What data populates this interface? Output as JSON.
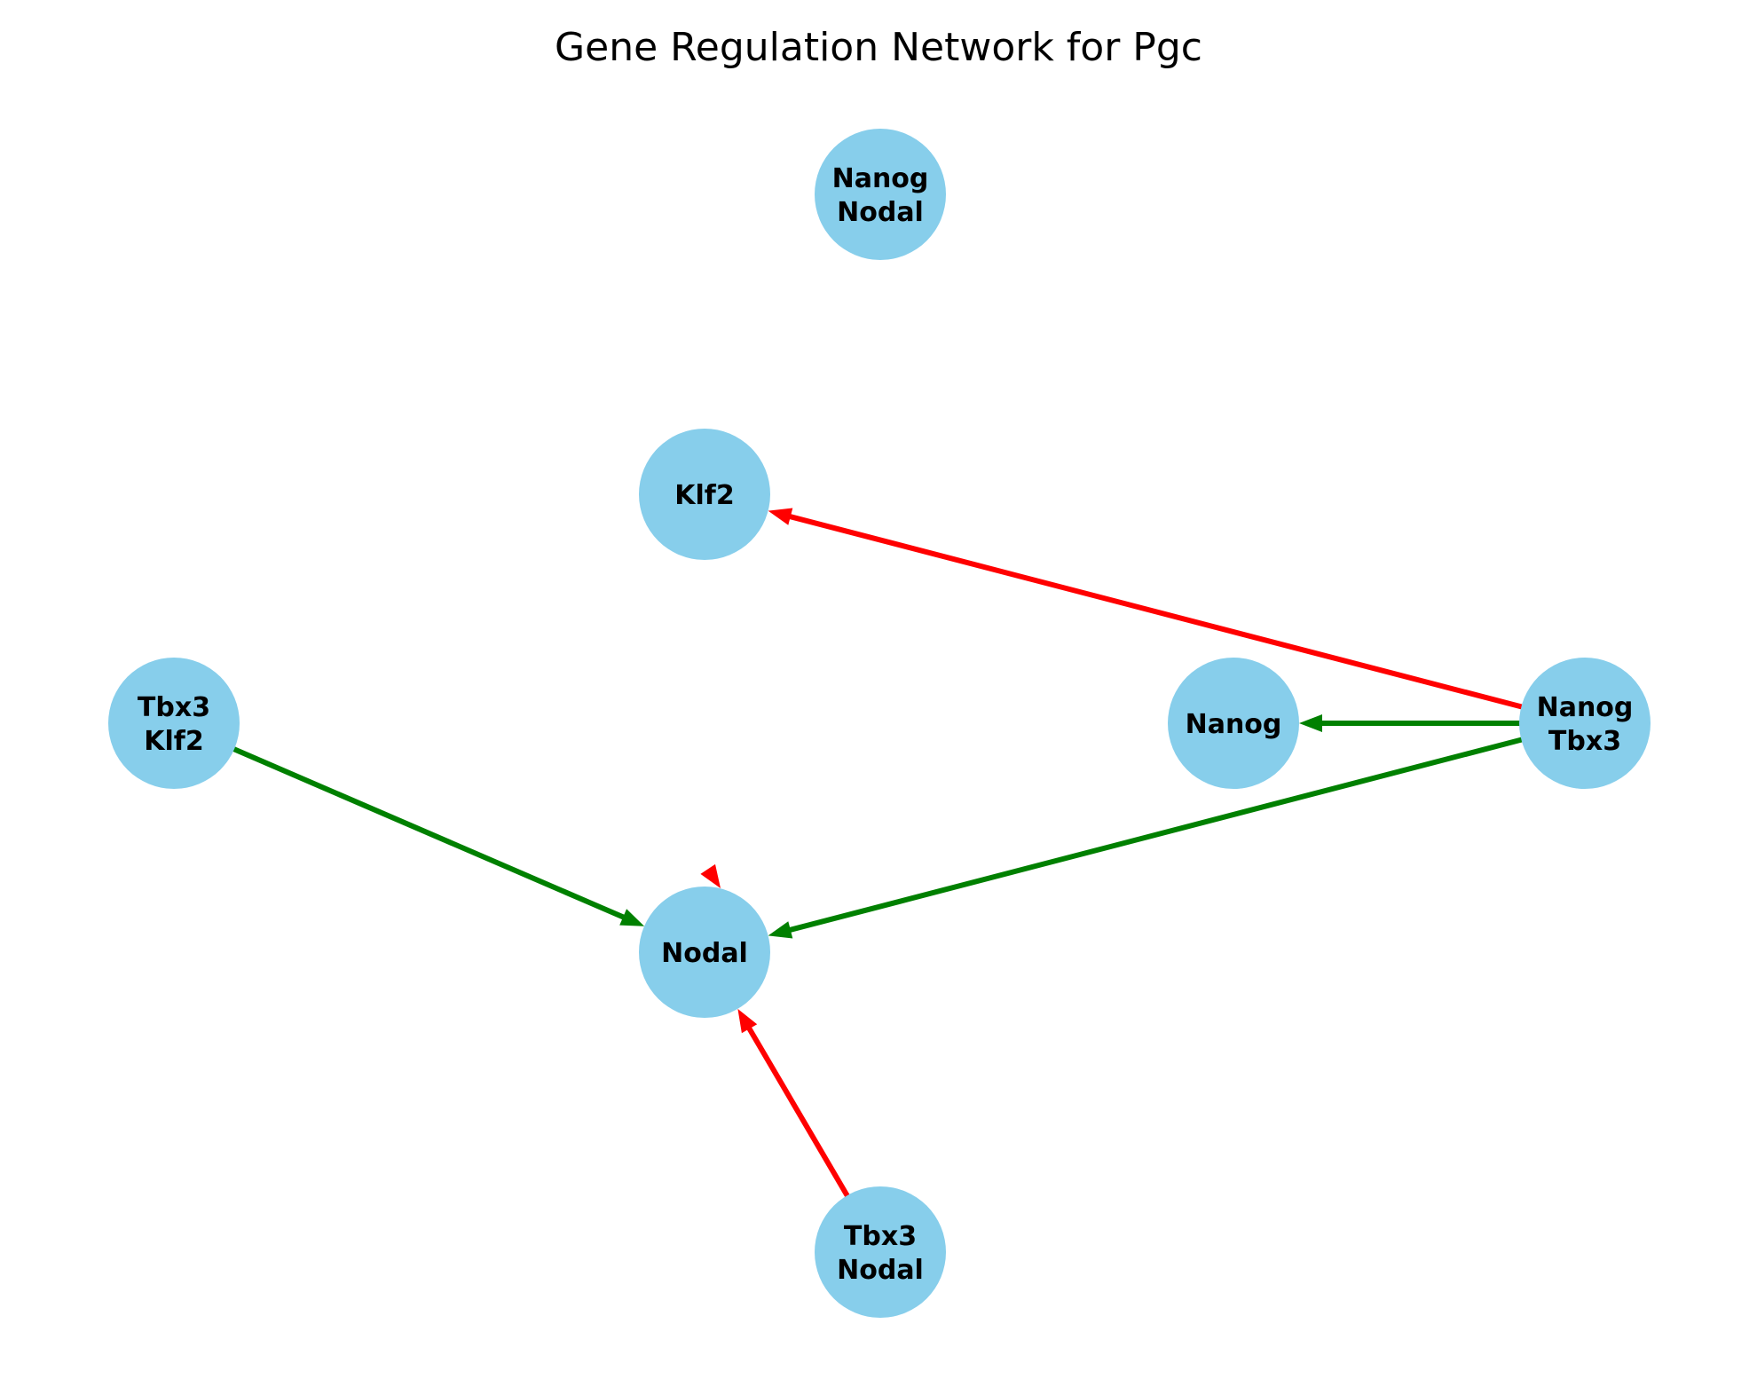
{
  "title": "Gene Regulation Network for Pgc",
  "colors": {
    "node_fill": "#87CEEB",
    "activation": "#008000",
    "repression": "#FF0000",
    "label": "#000000"
  },
  "nodes": [
    {
      "id": "nanog_nodal",
      "lines": [
        "Nanog",
        "Nodal"
      ]
    },
    {
      "id": "klf2",
      "lines": [
        "Klf2"
      ]
    },
    {
      "id": "tbx3_klf2",
      "lines": [
        "Tbx3",
        "Klf2"
      ]
    },
    {
      "id": "nanog",
      "lines": [
        "Nanog"
      ]
    },
    {
      "id": "nanog_tbx3",
      "lines": [
        "Nanog",
        "Tbx3"
      ]
    },
    {
      "id": "nodal",
      "lines": [
        "Nodal"
      ]
    },
    {
      "id": "tbx3_nodal",
      "lines": [
        "Tbx3",
        "Nodal"
      ]
    }
  ],
  "edges": [
    {
      "from": "nanog_tbx3",
      "to": "klf2",
      "type": "repression"
    },
    {
      "from": "nanog_tbx3",
      "to": "nanog",
      "type": "activation"
    },
    {
      "from": "nanog_tbx3",
      "to": "nodal",
      "type": "activation"
    },
    {
      "from": "tbx3_klf2",
      "to": "nodal",
      "type": "activation"
    },
    {
      "from": "tbx3_nodal",
      "to": "nodal",
      "type": "repression"
    },
    {
      "from": "nodal",
      "to": "nodal",
      "type": "repression"
    }
  ]
}
